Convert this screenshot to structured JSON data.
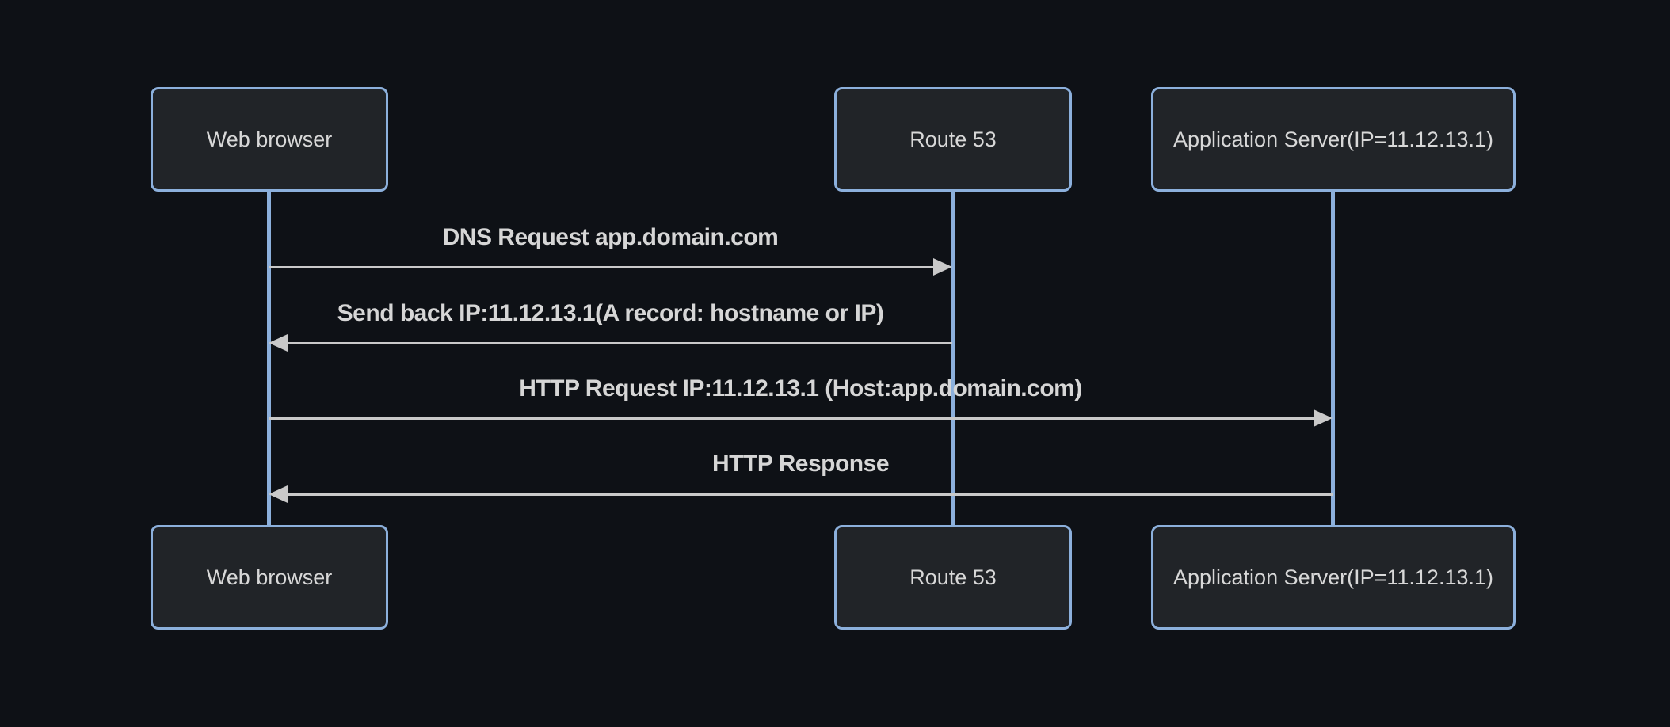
{
  "diagram": {
    "type": "sequence-diagram",
    "actors": [
      {
        "id": "web-browser",
        "label": "Web browser"
      },
      {
        "id": "route-53",
        "label": "Route 53"
      },
      {
        "id": "application-server",
        "label": "Application Server(IP=11.12.13.1)"
      }
    ],
    "messages": [
      {
        "from": "web-browser",
        "to": "route-53",
        "direction": "right",
        "label": "DNS Request app.domain.com"
      },
      {
        "from": "route-53",
        "to": "web-browser",
        "direction": "left",
        "label": "Send back IP:11.12.13.1(A record: hostname or IP)"
      },
      {
        "from": "web-browser",
        "to": "application-server",
        "direction": "right",
        "label": "HTTP Request IP:11.12.13.1 (Host:app.domain.com)"
      },
      {
        "from": "application-server",
        "to": "web-browser",
        "direction": "left",
        "label": "HTTP Response"
      }
    ],
    "colors": {
      "background": "#0e1116",
      "actor_fill": "#212428",
      "actor_border": "#8cb0dc",
      "lifeline": "#8cb0dc",
      "arrow": "#c9c9c9",
      "message_text": "#d6d6d6",
      "actor_text": "#d8d8d8"
    }
  }
}
